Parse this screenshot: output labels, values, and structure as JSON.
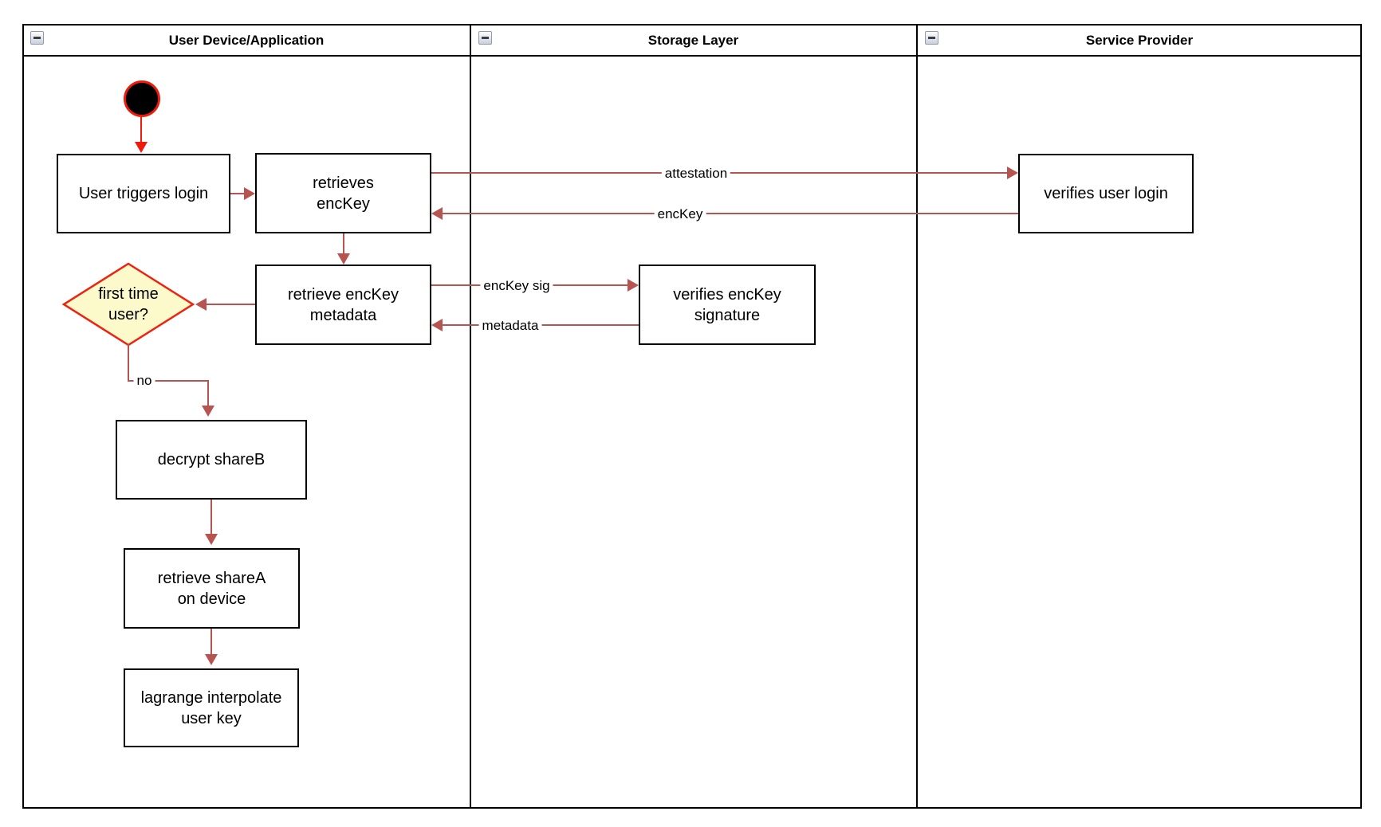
{
  "diagram": {
    "type": "uml-activity-swimlane",
    "colors": {
      "edge_line": "#b85450",
      "start_accent_red": "#f01a0a",
      "decision_border": "#ee2211",
      "decision_fill": "#fcf9cb",
      "node_border": "#000000",
      "lane_border": "#000000",
      "background": "#ffffff"
    },
    "lanes": [
      {
        "title": "User Device/Application",
        "collapse_icon": "minus"
      },
      {
        "title": "Storage Layer",
        "collapse_icon": "minus"
      },
      {
        "title": "Service Provider",
        "collapse_icon": "minus"
      }
    ],
    "nodes": {
      "start": {
        "type": "initial-node"
      },
      "user_triggers_login": {
        "label": "User triggers login"
      },
      "retrieves_enckey": {
        "label": "retrieves\nencKey"
      },
      "retrieve_enckey_metadata": {
        "label": "retrieve encKey\nmetadata"
      },
      "first_time_user": {
        "label": "first time\nuser?"
      },
      "decrypt_shareb": {
        "label": "decrypt shareB"
      },
      "retrieve_sharea": {
        "label": "retrieve shareA\non device"
      },
      "lagrange_interpolate": {
        "label": "lagrange interpolate\nuser key"
      },
      "verifies_enckey_signature": {
        "label": "verifies encKey\nsignature"
      },
      "verifies_user_login": {
        "label": "verifies user login"
      }
    },
    "edges": {
      "attestation": {
        "label": "attestation"
      },
      "enckey_return": {
        "label": "encKey"
      },
      "enckey_sig": {
        "label": "encKey sig"
      },
      "metadata_return": {
        "label": "metadata"
      },
      "no_branch": {
        "label": "no"
      }
    }
  }
}
